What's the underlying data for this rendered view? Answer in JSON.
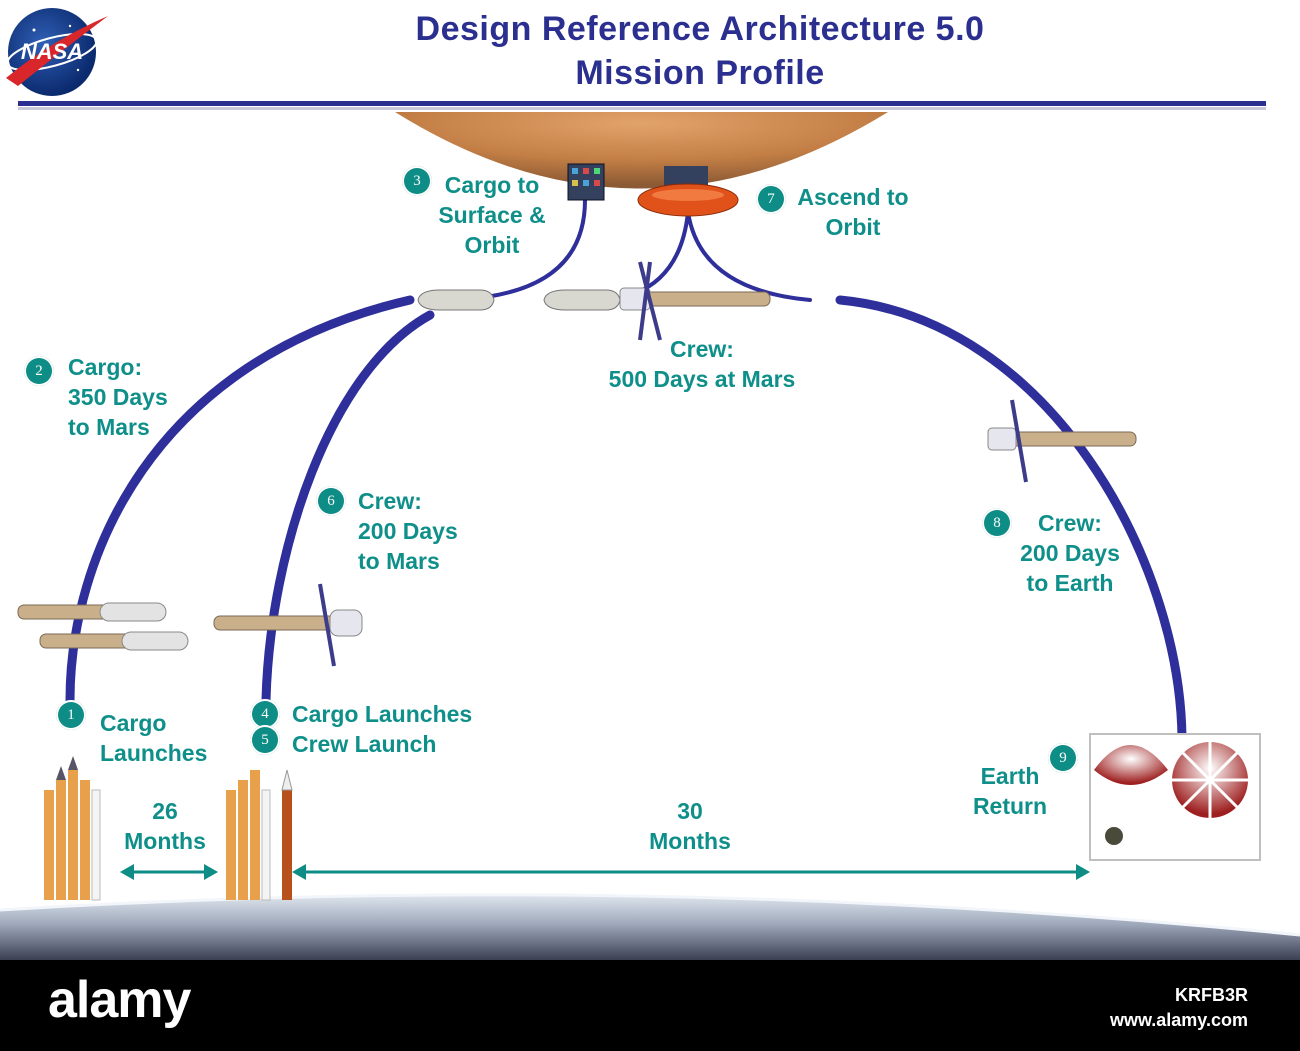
{
  "header": {
    "logo_text": "NASA",
    "title_line1": "Design Reference Architecture 5.0",
    "title_line2": "Mission Profile"
  },
  "steps": [
    {
      "num": "1",
      "lines": [
        "Cargo",
        "Launches"
      ]
    },
    {
      "num": "2",
      "lines": [
        "Cargo:",
        "350 Days",
        "to Mars"
      ]
    },
    {
      "num": "3",
      "lines": [
        "Cargo to",
        "Surface &",
        "Orbit"
      ]
    },
    {
      "num": "4",
      "lines": [
        "Cargo Launches"
      ]
    },
    {
      "num": "5",
      "lines": [
        "Crew Launch"
      ]
    },
    {
      "num": "6",
      "lines": [
        "Crew:",
        "200 Days",
        "to Mars"
      ]
    },
    {
      "num": "7",
      "lines": [
        "Ascend to",
        "Orbit"
      ]
    },
    {
      "num": "8",
      "lines": [
        "Crew:",
        "200 Days",
        "to Earth"
      ]
    },
    {
      "num": "9",
      "lines": [
        "Earth",
        "Return"
      ]
    }
  ],
  "mars_stay": [
    "Crew:",
    "500 Days at Mars"
  ],
  "intervals": [
    {
      "value": "26",
      "unit": "Months"
    },
    {
      "value": "30",
      "unit": "Months"
    }
  ],
  "colors": {
    "title": "#2b2f8f",
    "label": "#0f8f8a",
    "trajectory": "#2e2f9a",
    "arrow": "#0e8c86",
    "mars": "#c8844a",
    "earth_limb": "#a9b3c4"
  },
  "footer": {
    "brand": "alamy",
    "image_id": "KRFB3R",
    "url": "www.alamy.com"
  }
}
